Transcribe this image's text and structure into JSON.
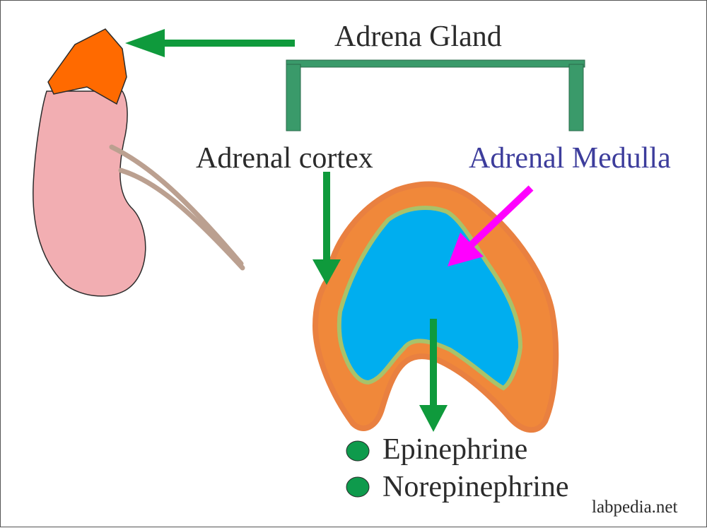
{
  "diagram": {
    "title": "Adrena Gland",
    "cortex_label": "Adrenal cortex",
    "medulla_label": "Adrenal Medulla",
    "hormones": [
      "Epinephrine",
      "Norepinephrine"
    ],
    "credit": "labpedia.net"
  },
  "colors": {
    "kidney": "#f2aeb2",
    "adrenal_gland_cap": "#ff6a00",
    "cortex": "#f0883a",
    "cortex_border": "#e98040",
    "capsule_line": "#a8c26a",
    "medulla": "#00aeef",
    "arrow_green": "#0f9a3c",
    "bracket": "#3a9a6a",
    "medulla_arrow": "#ff00ff",
    "ureter": "#bba090",
    "bullet": "#0e9a4c",
    "medulla_text": "#3d3d9c"
  }
}
